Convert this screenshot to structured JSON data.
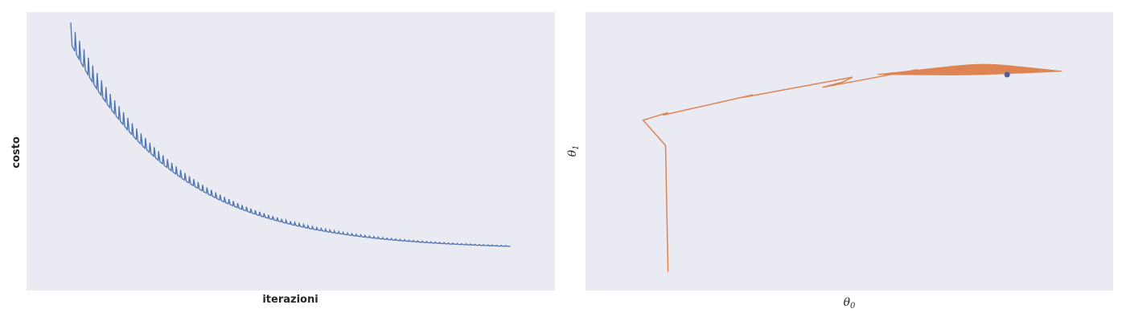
{
  "chart_data": [
    {
      "type": "line",
      "xlabel": "iterazioni",
      "ylabel": "costo",
      "grid": false,
      "ticks": false,
      "series_color": "#4c72b0",
      "background_color": "#eaeaf2",
      "x_range": [
        0,
        1000
      ],
      "y_range": [
        0,
        1
      ],
      "decay": {
        "start": 0.95,
        "floor": 0.08,
        "rate": 4.2,
        "ripple_period": 10,
        "ripple_amplitude": 0.06
      }
    },
    {
      "type": "line",
      "xlabel_symbol": "θ",
      "xlabel_sub": "0",
      "ylabel_symbol": "θ",
      "ylabel_sub": "1",
      "grid": false,
      "ticks": false,
      "series_color": "#dd8452",
      "marker_color": "#4c5fa0",
      "x_range": [
        0,
        1
      ],
      "y_range": [
        0,
        1
      ],
      "path": [
        [
          0.13,
          0.02
        ],
        [
          0.125,
          0.52
        ],
        [
          0.08,
          0.62
        ],
        [
          0.13,
          0.65
        ],
        [
          0.12,
          0.64
        ],
        [
          0.3,
          0.72
        ],
        [
          0.28,
          0.71
        ],
        [
          0.5,
          0.79
        ],
        [
          0.48,
          0.77
        ],
        [
          0.44,
          0.75
        ],
        [
          0.63,
          0.82
        ],
        [
          0.6,
          0.8
        ],
        [
          0.71,
          0.83
        ],
        [
          0.69,
          0.81
        ]
      ],
      "cluster": {
        "x_start": 0.55,
        "x_end": 0.92,
        "y_center": 0.82,
        "spread": 0.03
      },
      "final_point": [
        0.81,
        0.8
      ]
    }
  ]
}
